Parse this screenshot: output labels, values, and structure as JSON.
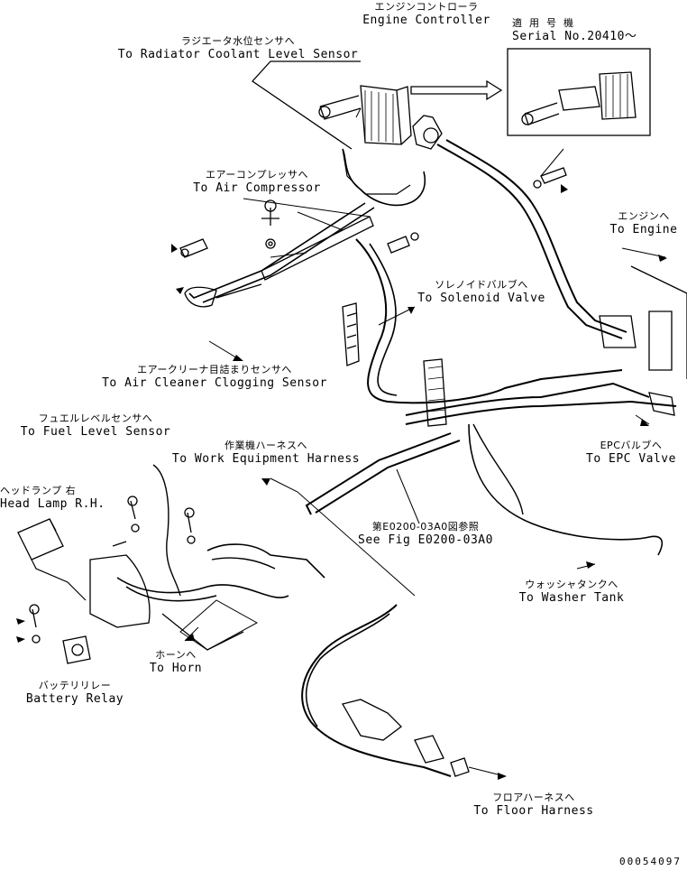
{
  "labels": {
    "engine_controller": {
      "jp": "エンジンコントローラ",
      "en": "Engine Controller"
    },
    "serial": {
      "jp": "適用号機",
      "en": "Serial No.20410～"
    },
    "radiator": {
      "jp": "ラジエータ水位センサへ",
      "en": "To Radiator Coolant Level Sensor"
    },
    "air_compressor": {
      "jp": "エアーコンプレッサへ",
      "en": "To Air Compressor"
    },
    "engine": {
      "jp": "エンジンへ",
      "en": "To Engine"
    },
    "solenoid": {
      "jp": "ソレノイドバルブへ",
      "en": "To Solenoid Valve"
    },
    "air_cleaner": {
      "jp": "エアークリーナ目詰まりセンサへ",
      "en": "To Air Cleaner Clogging Sensor"
    },
    "fuel_level": {
      "jp": "フュエルレベルセンサへ",
      "en": "To Fuel Level Sensor"
    },
    "work_equipment": {
      "jp": "作業機ハーネスへ",
      "en": "To Work Equipment Harness"
    },
    "head_lamp": {
      "jp": "ヘッドランプ 右",
      "en": "Head Lamp R.H."
    },
    "epc_valve": {
      "jp": "EPCバルブへ",
      "en": "To EPC Valve"
    },
    "see_fig": {
      "jp": "第E0200-03A0図参照",
      "en": "See Fig E0200-03A0"
    },
    "washer": {
      "jp": "ウォッシャタンクへ",
      "en": "To Washer Tank"
    },
    "horn": {
      "jp": "ホーンへ",
      "en": "To Horn"
    },
    "battery_relay": {
      "jp": "バッテリリレー",
      "en": "Battery Relay"
    },
    "floor_harness": {
      "jp": "フロアハーネスへ",
      "en": "To Floor Harness"
    }
  },
  "doc_number": "00054097"
}
